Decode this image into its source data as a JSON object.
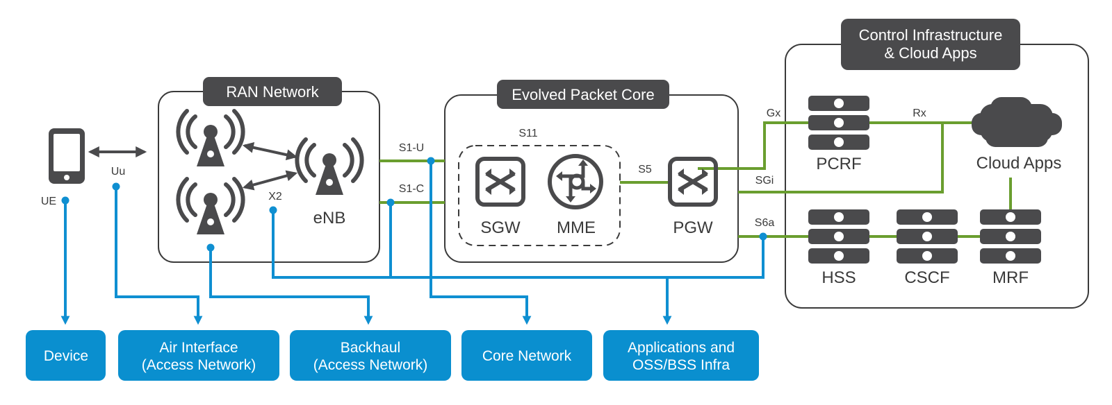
{
  "colors": {
    "dark": "#4a4a4c",
    "green": "#6a9e2f",
    "blue": "#0f8fd1",
    "blue_box": "#0a8fcf",
    "frame": "#3a3a3a"
  },
  "groups": {
    "ran": {
      "title": "RAN Network"
    },
    "epc": {
      "title": "Evolved Packet Core"
    },
    "control": {
      "title_line1": "Control Infrastructure",
      "title_line2": "& Cloud Apps"
    }
  },
  "nodes": {
    "ue": {
      "label": "UE",
      "icon": "smartphone-icon"
    },
    "enb": {
      "label": "eNB",
      "icon": "cell-tower-icon"
    },
    "sgw": {
      "label": "SGW",
      "icon": "switch-icon"
    },
    "mme": {
      "label": "MME",
      "icon": "router-icon"
    },
    "pgw": {
      "label": "PGW",
      "icon": "switch-icon"
    },
    "pcrf": {
      "label": "PCRF",
      "icon": "server-stack-icon"
    },
    "cloud": {
      "label": "Cloud Apps",
      "icon": "cloud-icon"
    },
    "hss": {
      "label": "HSS",
      "icon": "server-stack-icon"
    },
    "cscf": {
      "label": "CSCF",
      "icon": "server-stack-icon"
    },
    "mrf": {
      "label": "MRF",
      "icon": "server-stack-icon"
    }
  },
  "interfaces": {
    "uu": "Uu",
    "x2": "X2",
    "s1u": "S1-U",
    "s1c": "S1-C",
    "s11": "S11",
    "s5": "S5",
    "gx": "Gx",
    "rx": "Rx",
    "sgi": "SGi",
    "s6a": "S6a"
  },
  "categories": [
    {
      "line1": "Device",
      "line2": ""
    },
    {
      "line1": "Air Interface",
      "line2": "(Access Network)"
    },
    {
      "line1": "Backhaul",
      "line2": "(Access Network)"
    },
    {
      "line1": "Core Network",
      "line2": ""
    },
    {
      "line1": "Applications and",
      "line2": "OSS/BSS Infra"
    }
  ]
}
